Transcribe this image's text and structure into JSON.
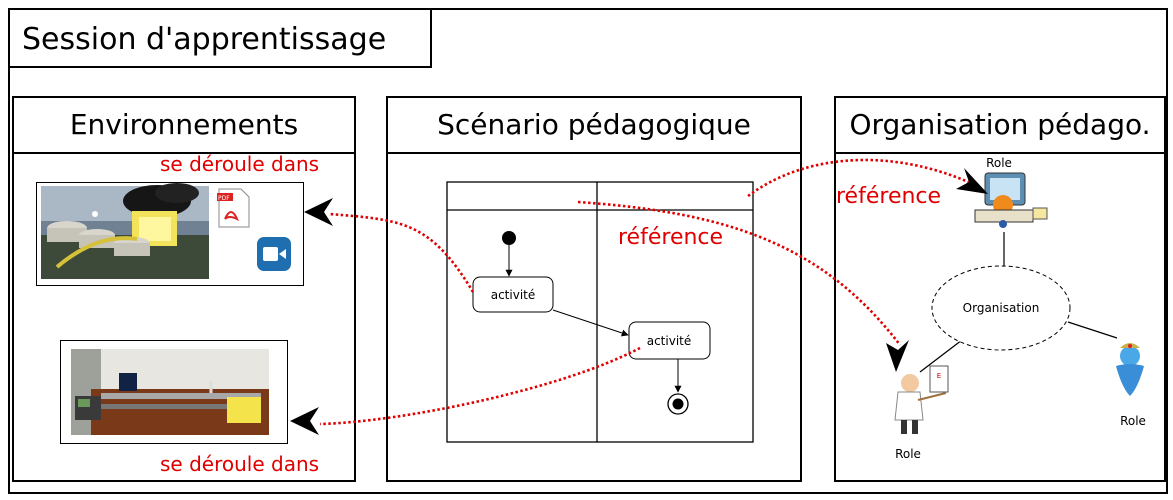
{
  "session_title": "Session d'apprentissage",
  "panels": {
    "environments": "Environnements",
    "scenario": "Scénario pédagogique",
    "organisation": "Organisation pédago."
  },
  "relations": {
    "takes_place_top": "se déroule dans",
    "takes_place_bottom": "se déroule dans",
    "reference_scenario": "référence",
    "reference_org": "référence"
  },
  "scenario_nodes": {
    "activity_1": "activité",
    "activity_2": "activité"
  },
  "organisation_nodes": {
    "organisation": "Organisation",
    "role_top": "Role",
    "role_left": "Role",
    "role_right": "Role"
  },
  "icons": {
    "pdf": "PDF"
  },
  "colors": {
    "link_red": "#e00000",
    "video_blue": "#1f6fb0"
  }
}
